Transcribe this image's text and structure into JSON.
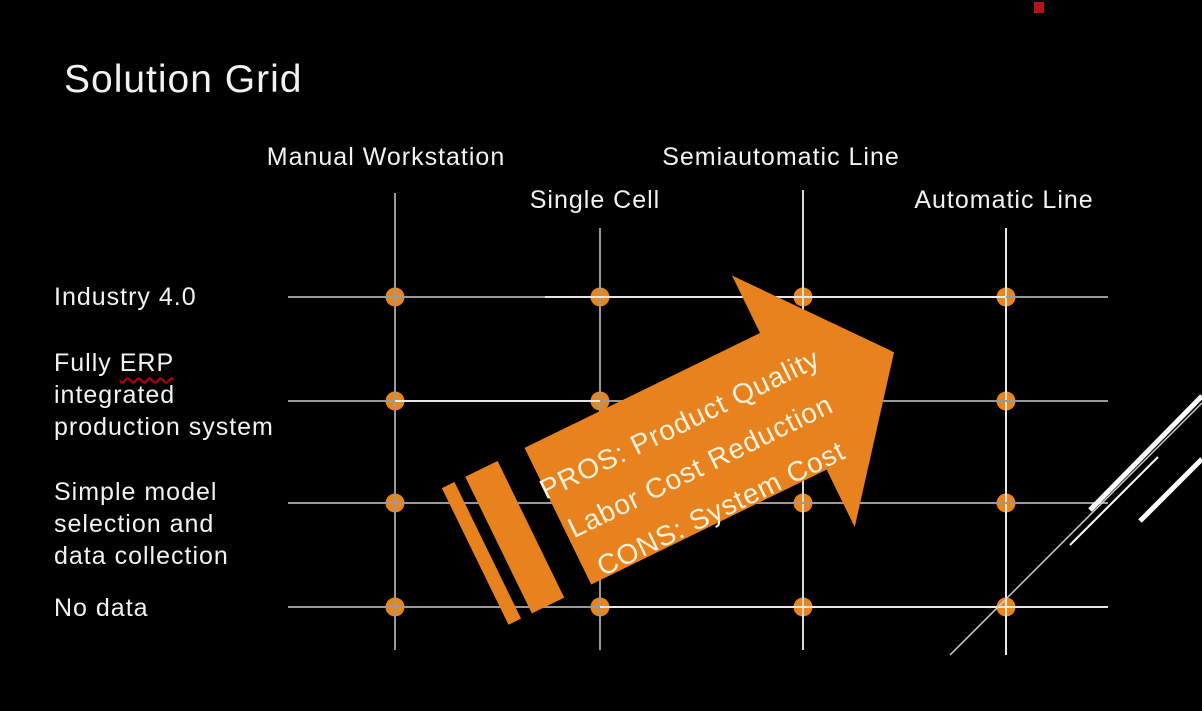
{
  "slide": {
    "title": "Solution Grid",
    "columns": [
      "Manual Workstation",
      "Single Cell",
      "Semiautomatic Line",
      "Automatic Line"
    ],
    "rows": [
      {
        "lines": [
          "Industry 4.0"
        ]
      },
      {
        "parts": [
          "Fully ",
          "ERP"
        ],
        "lines": [
          "integrated",
          "production system"
        ],
        "misspelled_word": "ERP"
      },
      {
        "lines": [
          "Simple model",
          "selection and",
          "data collection"
        ]
      },
      {
        "lines": [
          "No data"
        ]
      }
    ],
    "arrow": {
      "lines": [
        "PROS: Product Quality",
        "Labor Cost Reduction",
        "CONS: System Cost"
      ]
    },
    "colors": {
      "background": "#000000",
      "text_white": "#F2F2F2",
      "grid_gray": "#9A9A9A",
      "grid_white": "#E8E8E8",
      "dot_orange": "#E8861B",
      "arrow_orange": "#E8821E",
      "arrow_text_cream": "#FBF3DC",
      "accent_red_square": "#B5121B",
      "spellcheck_red": "#C00000"
    }
  }
}
